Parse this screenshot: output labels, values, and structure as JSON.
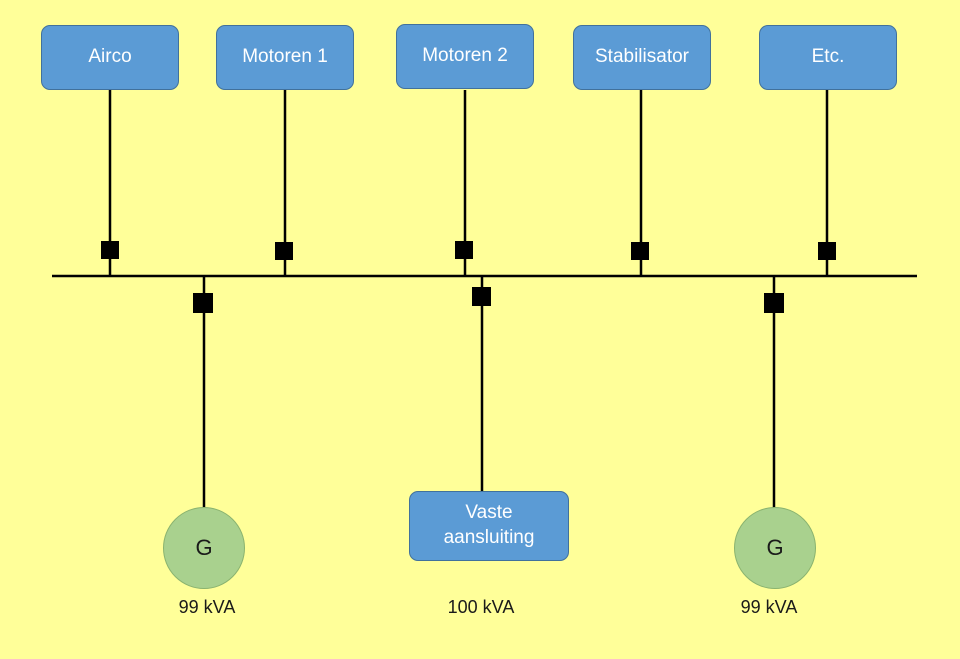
{
  "loads": [
    {
      "label": "Airco"
    },
    {
      "label": "Motoren 1"
    },
    {
      "label": "Motoren 2"
    },
    {
      "label": "Stabilisator"
    },
    {
      "label": "Etc."
    }
  ],
  "sources": [
    {
      "symbol": "G",
      "rating": "99 kVA"
    },
    {
      "label": "Vaste aansluiting",
      "rating": "100 kVA"
    },
    {
      "symbol": "G",
      "rating": "99 kVA"
    }
  ],
  "colors": {
    "background": "#ffff99",
    "box_fill": "#5b9bd5",
    "generator_fill": "#a9d18e",
    "line": "#000000"
  }
}
